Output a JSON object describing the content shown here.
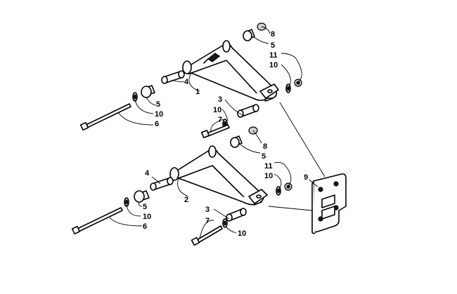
{
  "callouts": {
    "upper": {
      "c8": "8",
      "c5": "5",
      "c11": "11",
      "c10r": "10",
      "c4": "4",
      "c1": "1",
      "c5l": "5",
      "c10l": "10",
      "c6": "6",
      "c3": "3",
      "c10m": "10",
      "c7": "7"
    },
    "lower": {
      "c8": "8",
      "c5": "5",
      "c11": "11",
      "c10r": "10",
      "c4": "4",
      "c2": "2",
      "c5l": "5",
      "c10l": "10",
      "c6": "6",
      "c3": "3",
      "c7": "7",
      "c10m": "10"
    },
    "bracket": "9"
  }
}
